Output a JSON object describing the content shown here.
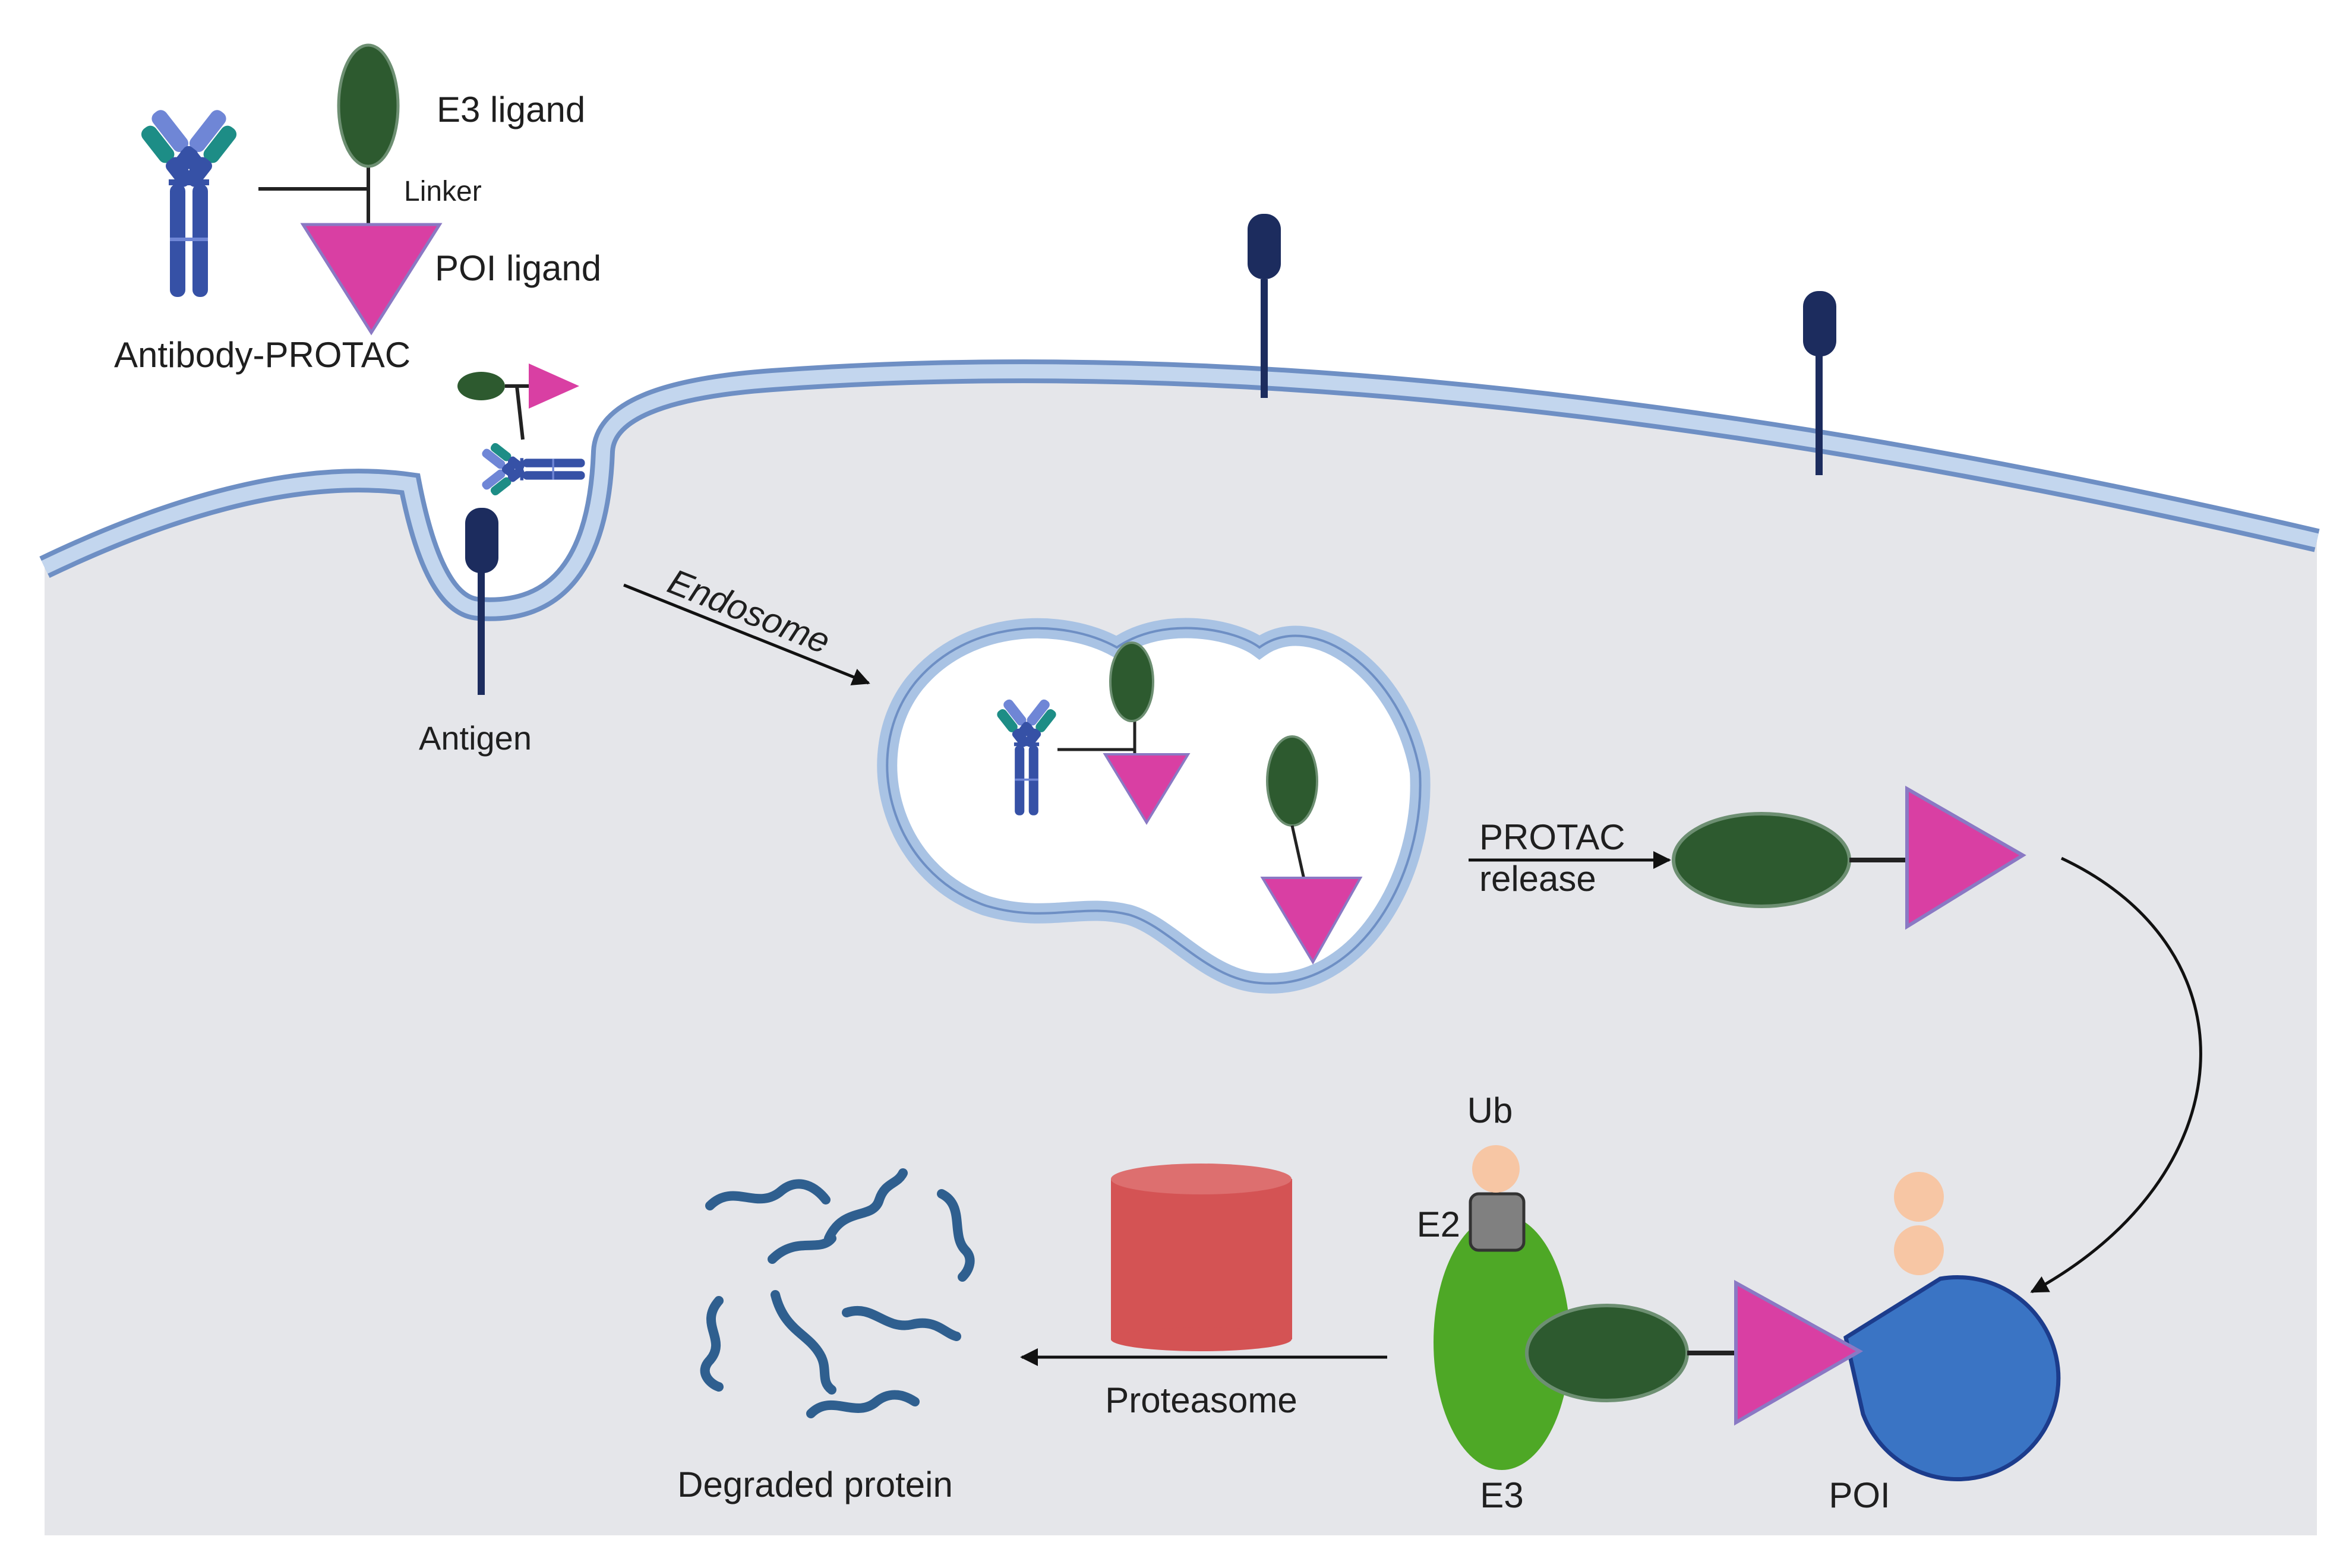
{
  "labels": {
    "e3_ligand": "E3 ligand",
    "linker": "Linker",
    "poi_ligand": "POI ligand",
    "antibody_protac": "Antibody-PROTAC",
    "antigen": "Antigen",
    "endosome": "Endosome",
    "protac_release_line1": "PROTAC",
    "protac_release_line2": "release",
    "ub": "Ub",
    "e2": "E2",
    "e3": "E3",
    "poi": "POI",
    "proteasome": "Proteasome",
    "degraded_protein": "Degraded protein"
  },
  "colors": {
    "cytoplasm": "#e5e6ea",
    "membrane": "#a9c3e4",
    "membrane_edge": "#6e8fc4",
    "e3_ligand": "#2d5a2f",
    "poi_ligand": "#d93fa3",
    "antibody_dark": "#3651a6",
    "antibody_light": "#6f86d6",
    "antibody_teal": "#1d8d86",
    "receptor": "#1c2c5e",
    "e3_ligase": "#4ea826",
    "poi": "#3a74c4",
    "poi_edge": "#1c3c8c",
    "e2": "#808080",
    "ub": "#f7c6a4",
    "proteasome": "#d45354",
    "proteasome_top": "#dd6f6f",
    "fragment": "#2f5f8f"
  }
}
